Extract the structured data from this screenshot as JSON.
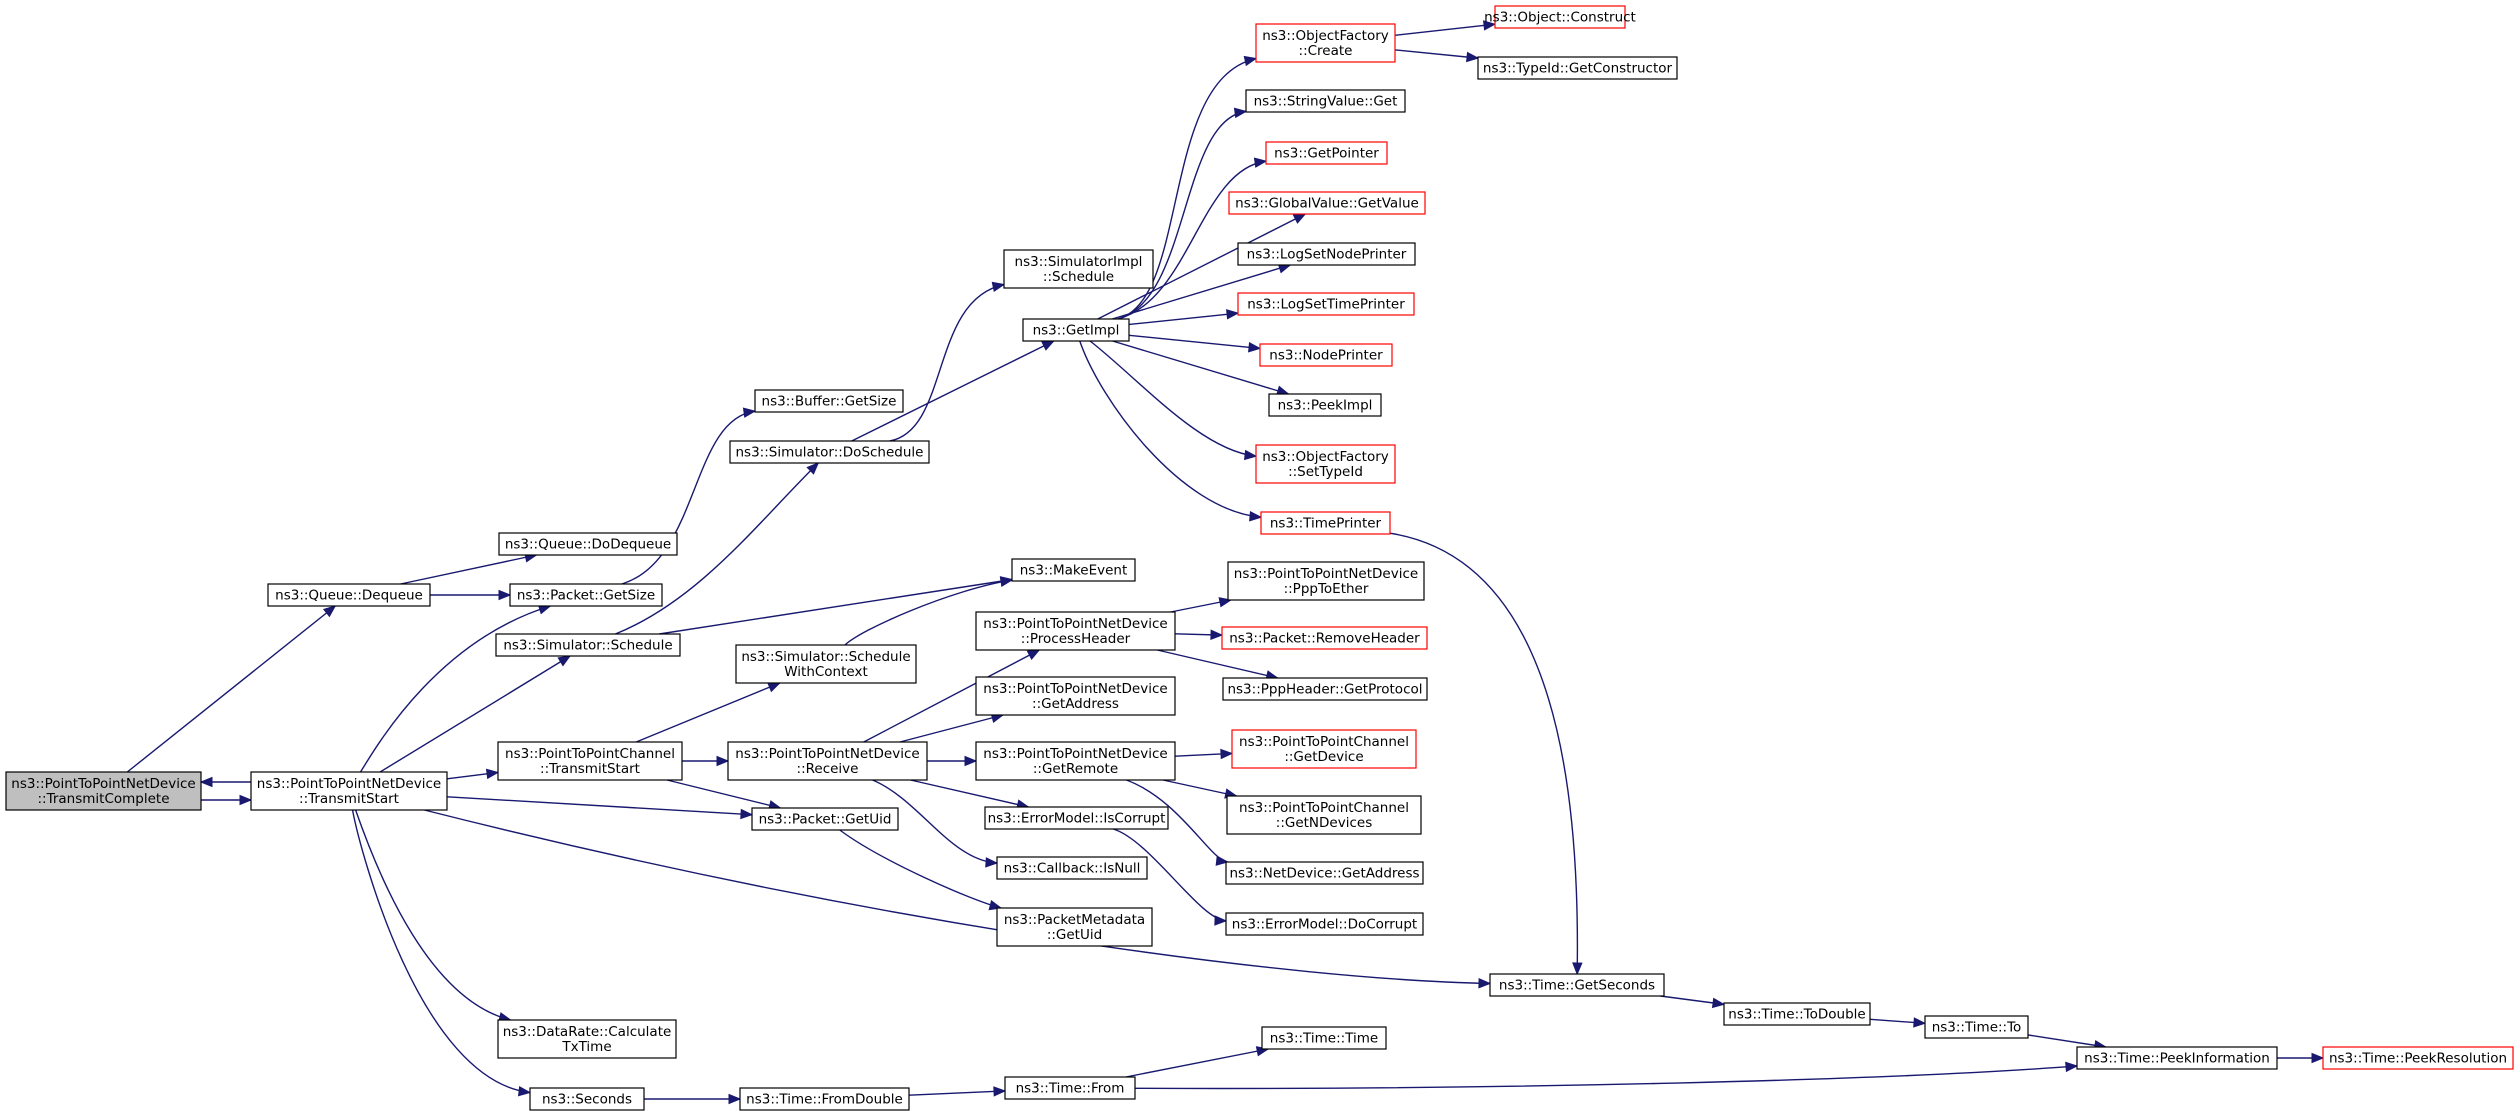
{
  "colors": {
    "edge": "#191970",
    "node_border": "#000000",
    "truncated_border": "#ff0000",
    "focus_fill": "#bfbfbf",
    "fill": "#ffffff"
  },
  "nodes": [
    {
      "id": "n_tc",
      "lines": [
        "ns3::PointToPointNetDevice",
        "::TransmitComplete"
      ],
      "style": "focus"
    },
    {
      "id": "n_ts",
      "lines": [
        "ns3::PointToPointNetDevice",
        "::TransmitStart"
      ],
      "style": "normal"
    },
    {
      "id": "n_qdeq",
      "lines": [
        "ns3::Queue::Dequeue"
      ],
      "style": "normal"
    },
    {
      "id": "n_qdodeq",
      "lines": [
        "ns3::Queue::DoDequeue"
      ],
      "style": "normal"
    },
    {
      "id": "n_pgs",
      "lines": [
        "ns3::Packet::GetSize"
      ],
      "style": "normal"
    },
    {
      "id": "n_bgs",
      "lines": [
        "ns3::Buffer::GetSize"
      ],
      "style": "normal"
    },
    {
      "id": "n_sched",
      "lines": [
        "ns3::Simulator::Schedule"
      ],
      "style": "normal"
    },
    {
      "id": "n_dosched",
      "lines": [
        "ns3::Simulator::DoSchedule"
      ],
      "style": "normal"
    },
    {
      "id": "n_simimpl",
      "lines": [
        "ns3::SimulatorImpl",
        "::Schedule"
      ],
      "style": "normal"
    },
    {
      "id": "n_getimpl",
      "lines": [
        "ns3::GetImpl"
      ],
      "style": "normal"
    },
    {
      "id": "n_ofcreate",
      "lines": [
        "ns3::ObjectFactory",
        "::Create"
      ],
      "style": "truncated"
    },
    {
      "id": "n_objcons",
      "lines": [
        "ns3::Object::Construct"
      ],
      "style": "truncated"
    },
    {
      "id": "n_tidgc",
      "lines": [
        "ns3::TypeId::GetConstructor"
      ],
      "style": "normal"
    },
    {
      "id": "n_svget",
      "lines": [
        "ns3::StringValue::Get"
      ],
      "style": "normal"
    },
    {
      "id": "n_getptr",
      "lines": [
        "ns3::GetPointer"
      ],
      "style": "truncated"
    },
    {
      "id": "n_gvget",
      "lines": [
        "ns3::GlobalValue::GetValue"
      ],
      "style": "truncated"
    },
    {
      "id": "n_lsnp",
      "lines": [
        "ns3::LogSetNodePrinter"
      ],
      "style": "normal"
    },
    {
      "id": "n_lstp",
      "lines": [
        "ns3::LogSetTimePrinter"
      ],
      "style": "truncated"
    },
    {
      "id": "n_nodep",
      "lines": [
        "ns3::NodePrinter"
      ],
      "style": "truncated"
    },
    {
      "id": "n_peek",
      "lines": [
        "ns3::PeekImpl"
      ],
      "style": "normal"
    },
    {
      "id": "n_ofsti",
      "lines": [
        "ns3::ObjectFactory",
        "::SetTypeId"
      ],
      "style": "truncated"
    },
    {
      "id": "n_timep",
      "lines": [
        "ns3::TimePrinter"
      ],
      "style": "truncated"
    },
    {
      "id": "n_mkev",
      "lines": [
        "ns3::MakeEvent"
      ],
      "style": "normal"
    },
    {
      "id": "n_swc",
      "lines": [
        "ns3::Simulator::Schedule",
        "WithContext"
      ],
      "style": "normal"
    },
    {
      "id": "n_chts",
      "lines": [
        "ns3::PointToPointChannel",
        "::TransmitStart"
      ],
      "style": "normal"
    },
    {
      "id": "n_recv",
      "lines": [
        "ns3::PointToPointNetDevice",
        "::Receive"
      ],
      "style": "normal"
    },
    {
      "id": "n_ph",
      "lines": [
        "ns3::PointToPointNetDevice",
        "::ProcessHeader"
      ],
      "style": "normal"
    },
    {
      "id": "n_pte",
      "lines": [
        "ns3::PointToPointNetDevice",
        "::PppToEther"
      ],
      "style": "normal"
    },
    {
      "id": "n_rmh",
      "lines": [
        "ns3::Packet::RemoveHeader"
      ],
      "style": "truncated"
    },
    {
      "id": "n_pppgp",
      "lines": [
        "ns3::PppHeader::GetProtocol"
      ],
      "style": "normal"
    },
    {
      "id": "n_ga",
      "lines": [
        "ns3::PointToPointNetDevice",
        "::GetAddress"
      ],
      "style": "normal"
    },
    {
      "id": "n_gr",
      "lines": [
        "ns3::PointToPointNetDevice",
        "::GetRemote"
      ],
      "style": "normal"
    },
    {
      "id": "n_chgd",
      "lines": [
        "ns3::PointToPointChannel",
        "::GetDevice"
      ],
      "style": "truncated"
    },
    {
      "id": "n_chgnd",
      "lines": [
        "ns3::PointToPointChannel",
        "::GetNDevices"
      ],
      "style": "normal"
    },
    {
      "id": "n_ndga",
      "lines": [
        "ns3::NetDevice::GetAddress"
      ],
      "style": "normal"
    },
    {
      "id": "n_emic",
      "lines": [
        "ns3::ErrorModel::IsCorrupt"
      ],
      "style": "normal"
    },
    {
      "id": "n_emdc",
      "lines": [
        "ns3::ErrorModel::DoCorrupt"
      ],
      "style": "normal"
    },
    {
      "id": "n_cbnull",
      "lines": [
        "ns3::Callback::IsNull"
      ],
      "style": "normal"
    },
    {
      "id": "n_pgu",
      "lines": [
        "ns3::Packet::GetUid"
      ],
      "style": "normal"
    },
    {
      "id": "n_pmgu",
      "lines": [
        "ns3::PacketMetadata",
        "::GetUid"
      ],
      "style": "normal"
    },
    {
      "id": "n_tgs",
      "lines": [
        "ns3::Time::GetSeconds"
      ],
      "style": "normal"
    },
    {
      "id": "n_ttd",
      "lines": [
        "ns3::Time::ToDouble"
      ],
      "style": "normal"
    },
    {
      "id": "n_tto",
      "lines": [
        "ns3::Time::To"
      ],
      "style": "normal"
    },
    {
      "id": "n_tpi",
      "lines": [
        "ns3::Time::PeekInformation"
      ],
      "style": "normal"
    },
    {
      "id": "n_tpr",
      "lines": [
        "ns3::Time::PeekResolution"
      ],
      "style": "truncated"
    },
    {
      "id": "n_drct",
      "lines": [
        "ns3::DataRate::Calculate",
        "TxTime"
      ],
      "style": "normal"
    },
    {
      "id": "n_sec",
      "lines": [
        "ns3::Seconds"
      ],
      "style": "normal"
    },
    {
      "id": "n_tfd",
      "lines": [
        "ns3::Time::FromDouble"
      ],
      "style": "normal"
    },
    {
      "id": "n_tfrom",
      "lines": [
        "ns3::Time::From"
      ],
      "style": "normal"
    },
    {
      "id": "n_ttime",
      "lines": [
        "ns3::Time::Time"
      ],
      "style": "normal"
    }
  ],
  "edges": [
    [
      "n_tc",
      "n_ts"
    ],
    [
      "n_ts",
      "n_tc"
    ],
    [
      "n_tc",
      "n_qdeq"
    ],
    [
      "n_qdeq",
      "n_qdodeq"
    ],
    [
      "n_qdeq",
      "n_pgs"
    ],
    [
      "n_pgs",
      "n_bgs"
    ],
    [
      "n_ts",
      "n_pgs"
    ],
    [
      "n_ts",
      "n_sched"
    ],
    [
      "n_ts",
      "n_chts"
    ],
    [
      "n_ts",
      "n_pgu"
    ],
    [
      "n_ts",
      "n_tgs"
    ],
    [
      "n_ts",
      "n_drct"
    ],
    [
      "n_ts",
      "n_sec"
    ],
    [
      "n_sched",
      "n_dosched"
    ],
    [
      "n_sched",
      "n_mkev"
    ],
    [
      "n_dosched",
      "n_simimpl"
    ],
    [
      "n_dosched",
      "n_getimpl"
    ],
    [
      "n_getimpl",
      "n_ofcreate"
    ],
    [
      "n_getimpl",
      "n_svget"
    ],
    [
      "n_getimpl",
      "n_getptr"
    ],
    [
      "n_getimpl",
      "n_gvget"
    ],
    [
      "n_getimpl",
      "n_lsnp"
    ],
    [
      "n_getimpl",
      "n_lstp"
    ],
    [
      "n_getimpl",
      "n_nodep"
    ],
    [
      "n_getimpl",
      "n_peek"
    ],
    [
      "n_getimpl",
      "n_ofsti"
    ],
    [
      "n_getimpl",
      "n_timep"
    ],
    [
      "n_ofcreate",
      "n_objcons"
    ],
    [
      "n_ofcreate",
      "n_tidgc"
    ],
    [
      "n_timep",
      "n_tgs"
    ],
    [
      "n_chts",
      "n_swc"
    ],
    [
      "n_chts",
      "n_recv"
    ],
    [
      "n_chts",
      "n_pgu"
    ],
    [
      "n_swc",
      "n_mkev"
    ],
    [
      "n_recv",
      "n_ph"
    ],
    [
      "n_recv",
      "n_ga"
    ],
    [
      "n_recv",
      "n_gr"
    ],
    [
      "n_recv",
      "n_emic"
    ],
    [
      "n_recv",
      "n_cbnull"
    ],
    [
      "n_ph",
      "n_pte"
    ],
    [
      "n_ph",
      "n_rmh"
    ],
    [
      "n_ph",
      "n_pppgp"
    ],
    [
      "n_gr",
      "n_chgd"
    ],
    [
      "n_gr",
      "n_chgnd"
    ],
    [
      "n_gr",
      "n_ndga"
    ],
    [
      "n_emic",
      "n_emdc"
    ],
    [
      "n_pgu",
      "n_pmgu"
    ],
    [
      "n_tgs",
      "n_ttd"
    ],
    [
      "n_ttd",
      "n_tto"
    ],
    [
      "n_tto",
      "n_tpi"
    ],
    [
      "n_tpi",
      "n_tpr"
    ],
    [
      "n_sec",
      "n_tfd"
    ],
    [
      "n_tfd",
      "n_tfrom"
    ],
    [
      "n_tfrom",
      "n_ttime"
    ],
    [
      "n_tfrom",
      "n_tpi"
    ]
  ]
}
